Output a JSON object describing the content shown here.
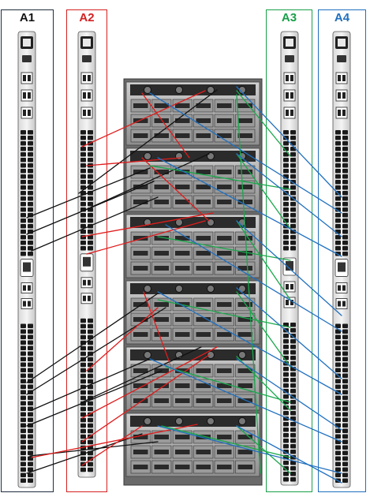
{
  "zones": [
    {
      "label": "A1",
      "color": "#1f2d3d"
    },
    {
      "label": "A2",
      "color": "#d42121"
    },
    {
      "label": "A3",
      "color": "#18a048"
    },
    {
      "label": "A4",
      "color": "#1f6fbf"
    }
  ],
  "colors": {
    "a1": "#111111",
    "a2": "#e01c1c",
    "a3": "#1aa84c",
    "a4": "#2070c0"
  }
}
